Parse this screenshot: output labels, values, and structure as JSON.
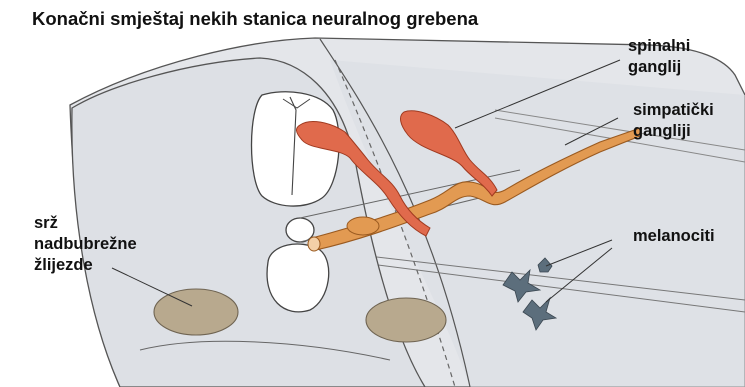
{
  "title": "Konačni smještaj nekih stanica neuralnog grebena",
  "labels": {
    "spinal_line1": "spinalni",
    "spinal_line2": "ganglij",
    "sympathetic_line1": "simpatički",
    "sympathetic_line2": "gangliji",
    "melanocytes": "melanociti",
    "adrenal_line1": "srž",
    "adrenal_line2": "nadbubrežne",
    "adrenal_line3": "žlijezde"
  },
  "colors": {
    "tissue": "#e4e6ea",
    "tissue_outline": "#555555",
    "ganglion": "#e06a4c",
    "sympathetic_chain": "#e29a52",
    "adrenal": "#b8a98e",
    "melanocyte": "#5c6e7c"
  }
}
